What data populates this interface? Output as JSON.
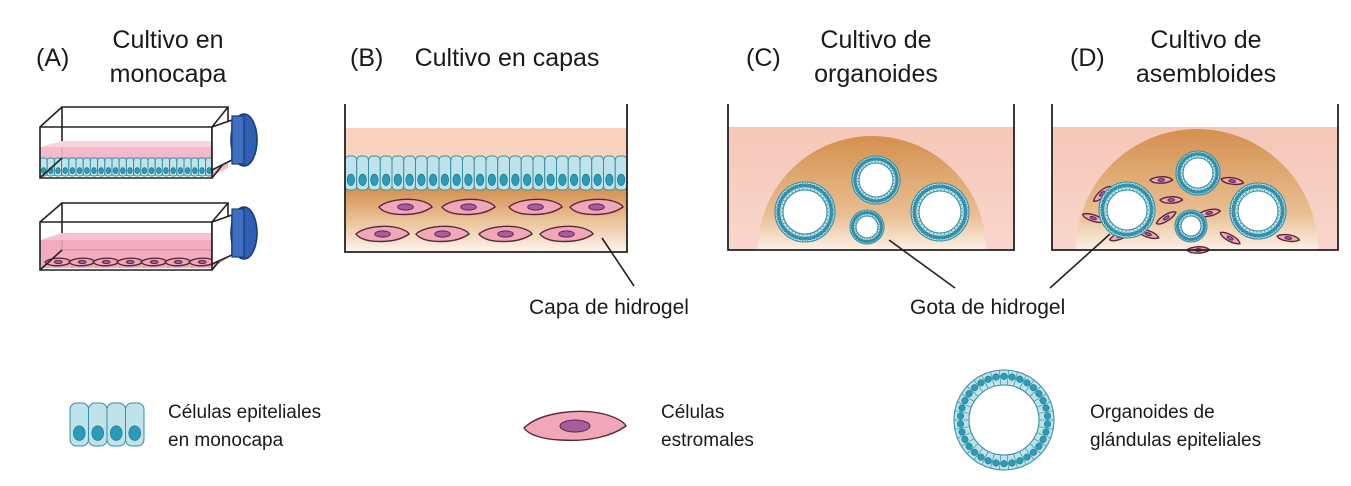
{
  "panels": {
    "a": {
      "letter": "(A)",
      "title_line1": "Cultivo en",
      "title_line2": "monocapa"
    },
    "b": {
      "letter": "(B)",
      "title_line1": "Cultivo en capas"
    },
    "c": {
      "letter": "(C)",
      "title_line1": "Cultivo de",
      "title_line2": "organoides"
    },
    "d": {
      "letter": "(D)",
      "title_line1": "Cultivo de",
      "title_line2": "asembloides"
    }
  },
  "callouts": {
    "hydrogel_layer": "Capa de hidrogel",
    "hydrogel_drop": "Gota de hidrogel"
  },
  "legend": {
    "epithelial": {
      "line1": "Células epiteliales",
      "line2": "en monocapa",
      "icon": "epithelial-cells-icon"
    },
    "stromal": {
      "line1": "Células",
      "line2": "estromales",
      "icon": "stromal-cell-icon"
    },
    "organoid": {
      "line1": "Organoides de",
      "line2": "glándulas epiteliales",
      "icon": "organoid-icon"
    }
  },
  "colors": {
    "epithelial_fill": "#bfe3ea",
    "epithelial_stroke": "#3a8ea3",
    "nucleus": "#2a9bb8",
    "stromal_fill": "#f2a7b8",
    "stromal_nucleus": "#a85c9c",
    "medium_pink": "#f7c9c2",
    "hydrogel_orange": "#d89a5a",
    "flask_cap": "#2f5fb3"
  }
}
